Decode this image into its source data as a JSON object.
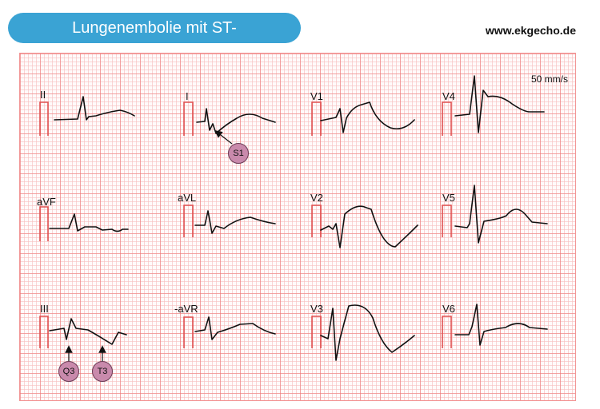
{
  "header": {
    "title": "Lungenembolie mit ST-Streckenhebungen",
    "website": "www.ekgecho.de"
  },
  "ecg": {
    "paper_speed": "50 mm/s",
    "leads": {
      "II": "II",
      "I": "I",
      "V1": "V1",
      "V4": "V4",
      "aVF": "aVF",
      "aVL": "aVL",
      "V2": "V2",
      "V5": "V5",
      "III": "III",
      "minus_aVR": "-aVR",
      "V3": "V3",
      "V6": "V6"
    },
    "markers": {
      "s1": "S1",
      "q3": "Q3",
      "t3": "T3"
    }
  },
  "colors": {
    "title_background": "#3aa3d4",
    "grid": "#f29595",
    "calibration_pulse": "#e05050",
    "trace": "#111111",
    "marker_fill": "#c98aac"
  }
}
